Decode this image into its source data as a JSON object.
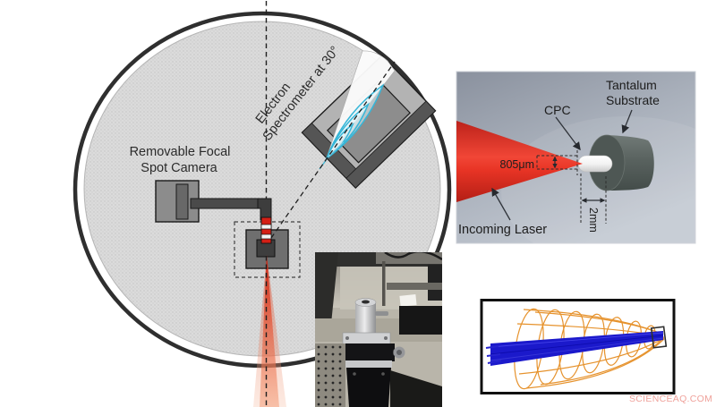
{
  "watermark": {
    "text": "SCIENCEAQ.COM"
  },
  "chamber": {
    "camera_label": [
      "Removable Focal",
      "Spot Camera"
    ],
    "spectrometer_label": [
      "Electron",
      "Spectrometer at 30°"
    ]
  },
  "render_panel": {
    "substrate_label": [
      "Tantalum",
      "Substrate"
    ],
    "cpc_label": "CPC",
    "laser_label": "Incoming Laser",
    "beam_diameter": "805μm",
    "cpc_length": "2mm"
  },
  "colors": {
    "laser_red": "#e23a28",
    "electron_trace_cyan": "#36b6d8",
    "sim_cone_orange": "#e6922c",
    "sim_ray_blue": "#1b19cb",
    "chamber_fill": "#dadada",
    "panel_bg": "#a9b0bb",
    "watermark_pink": "#ee9790"
  }
}
